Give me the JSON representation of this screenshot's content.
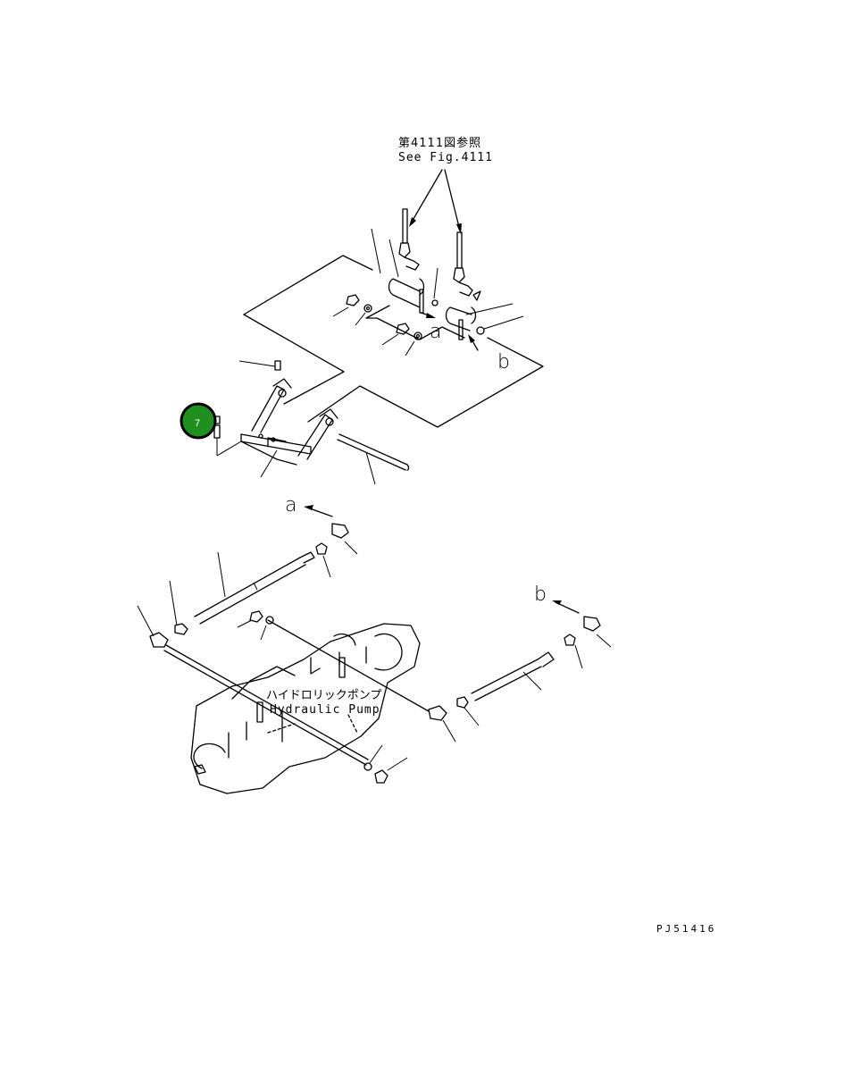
{
  "reference": {
    "japanese": "第4111図参照",
    "english": "See Fig.4111"
  },
  "labels": {
    "connection_a_upper": "a",
    "connection_b_upper": "b",
    "connection_a_lower": "a",
    "connection_b_lower": "b"
  },
  "pump": {
    "japanese": "ハイドロリックポンプ",
    "english": "Hydraulic Pump"
  },
  "callout": {
    "number": "7",
    "color": "#1f8f1f"
  },
  "drawing_code": "PJ51416"
}
